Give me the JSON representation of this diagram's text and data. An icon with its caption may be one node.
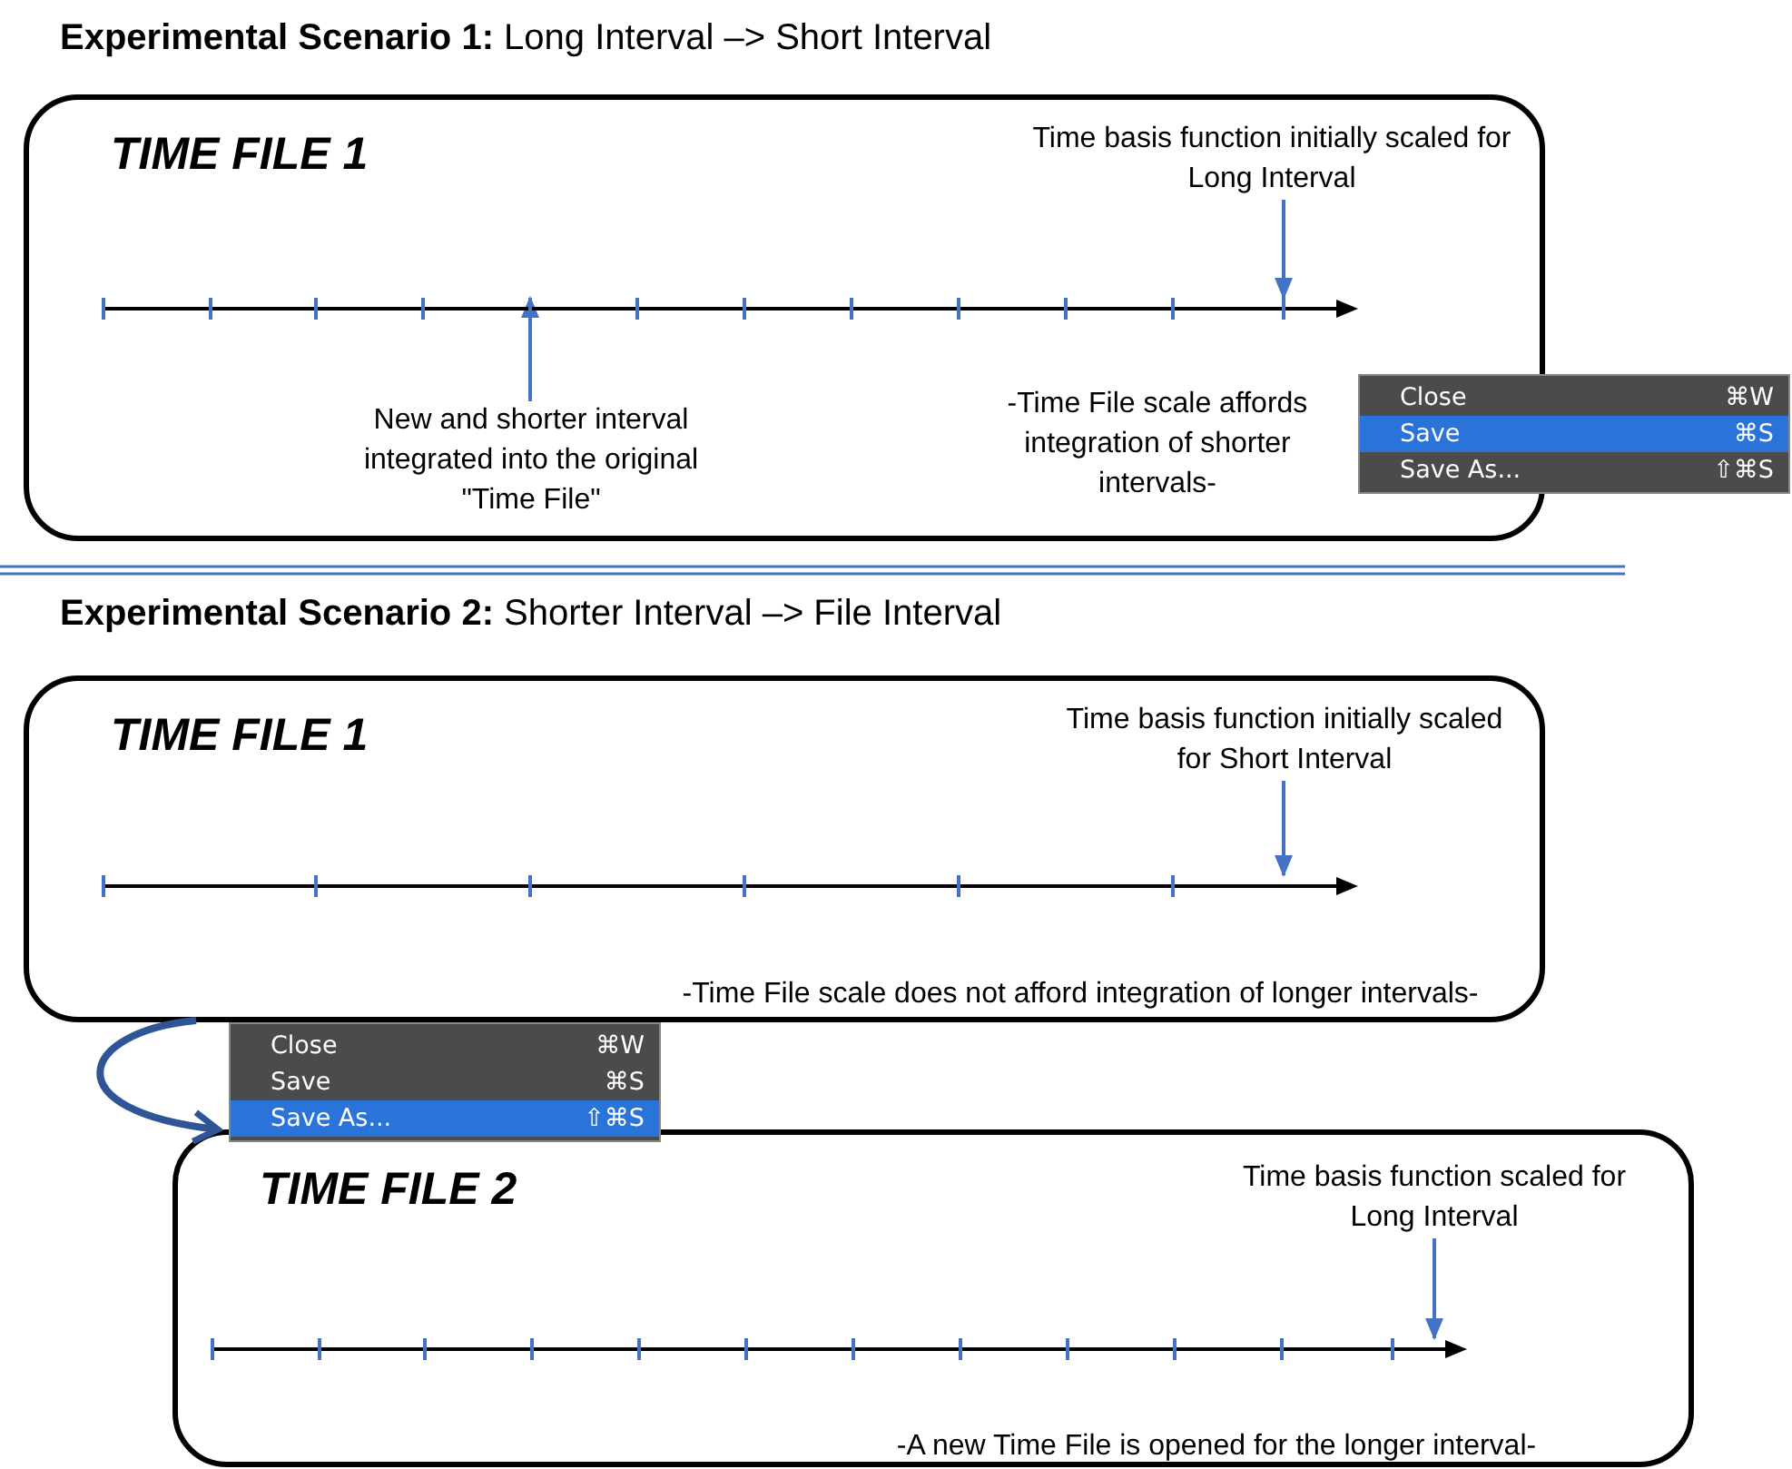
{
  "diagram": {
    "nodes": [
      {
        "text": [
          "TIME FILE 1"
        ]
      },
      {
        "text": [],
        "shape": "line",
        "in": 0
      },
      {
        "text": [
          "Time basis function initially scaled for Long Interval"
        ],
        "in": 0
      },
      {
        "text": [
          "New and shorter interval integrated into the original \"Time File\""
        ],
        "in": 0
      },
      {
        "text": [
          "-Time File scale affords integration of shorter intervals-"
        ],
        "in": 0
      },
      {
        "text": [
          "Close",
          "⌘W",
          "Save",
          "⌘S",
          "Save As...",
          "⇧⌘S"
        ]
      },
      {
        "text": [
          "TIME FILE 1"
        ]
      },
      {
        "text": [],
        "shape": "line",
        "in": 6
      },
      {
        "text": [
          "Time basis function initially scaled for Short Interval"
        ],
        "in": 6
      },
      {
        "text": [
          "-Time File scale does not afford integration of longer intervals-"
        ],
        "in": 6
      },
      {
        "text": [
          "Close",
          "⌘W",
          "Save",
          "⌘S",
          "Save As...",
          "⇧⌘S"
        ]
      },
      {
        "text": [
          "TIME FILE 2"
        ]
      },
      {
        "text": [],
        "shape": "line",
        "in": 11
      },
      {
        "text": [
          "Time basis function scaled for Long Interval"
        ],
        "in": 11
      },
      {
        "text": [
          "-A new Time File is opened for the longer interval-"
        ],
        "in": 11
      }
    ],
    "edges": [
      {
        "from": 2,
        "to": 1,
        "arrow": "to"
      },
      {
        "from": 3,
        "to": 1,
        "arrow": "to"
      },
      {
        "from": 8,
        "to": 7,
        "arrow": "to"
      },
      {
        "from": 6,
        "to": 11,
        "arrow": "to",
        "style": "thick",
        "color": "#2f5597"
      },
      {
        "from": 13,
        "to": 12,
        "arrow": "to"
      }
    ],
    "labels": [
      "**Experimental Scenario 1:** Long Interval –> Short Interval",
      "**Experimental Scenario 2:** Shorter Interval –> File Interval"
    ]
  }
}
